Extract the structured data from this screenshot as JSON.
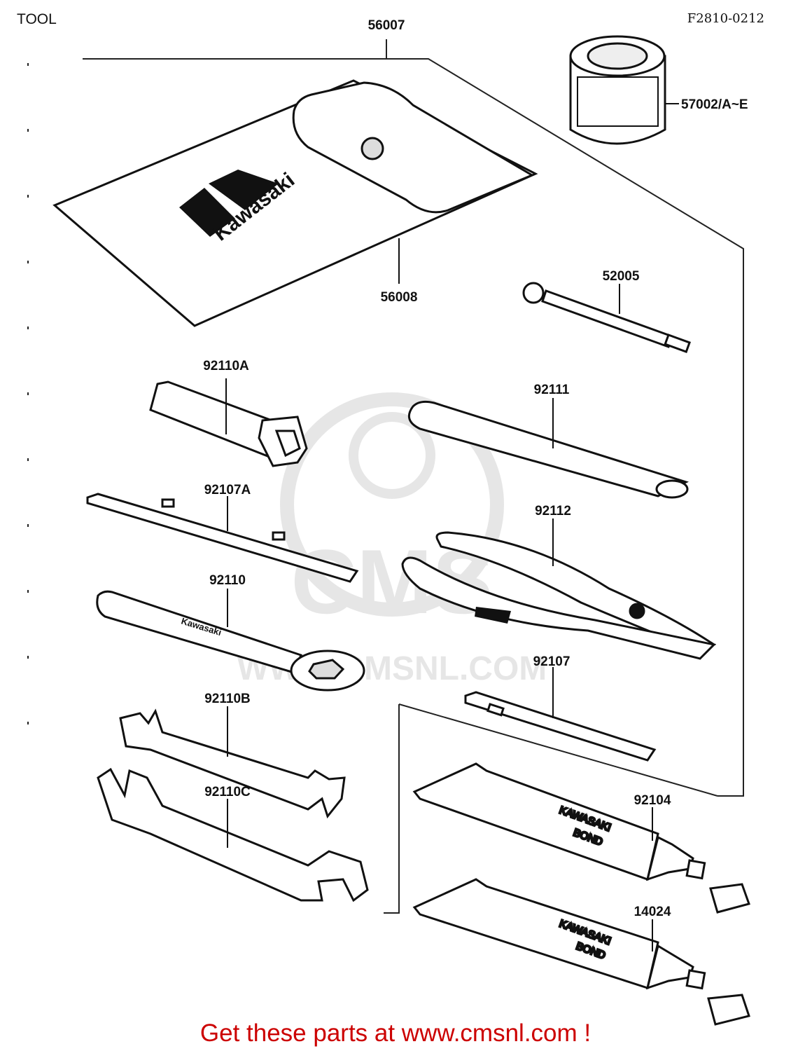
{
  "header": {
    "section": "TOOL",
    "figure_code": "F2810-0212"
  },
  "watermark": {
    "text": "WWW.CMSNL.COM",
    "logo_text": "CMS"
  },
  "parts": [
    {
      "number": "56007",
      "name": "tool-kit"
    },
    {
      "number": "57002/A~E",
      "name": "can"
    },
    {
      "number": "56008",
      "name": "tool-bag",
      "logo_text": "Kawasaki"
    },
    {
      "number": "52005",
      "name": "handle-bar"
    },
    {
      "number": "92110A",
      "name": "plug-wrench"
    },
    {
      "number": "92111",
      "name": "handle"
    },
    {
      "number": "92107A",
      "name": "screwdriver"
    },
    {
      "number": "92112",
      "name": "pliers"
    },
    {
      "number": "92110",
      "name": "box-wrench",
      "stamp_text": "Kawasaki"
    },
    {
      "number": "92107",
      "name": "screwdriver-short"
    },
    {
      "number": "92110B",
      "name": "open-wrench-small"
    },
    {
      "number": "92110C",
      "name": "open-wrench-large"
    },
    {
      "number": "92104",
      "name": "bond-tube",
      "tube_text": [
        "KAWASAKI",
        "BOND"
      ]
    },
    {
      "number": "14024",
      "name": "bond-tube-2",
      "tube_text": [
        "KAWASAKI",
        "BOND"
      ]
    }
  ],
  "footer": {
    "text": "Get these parts at www.cmsnl.com !",
    "color": "#cc0000"
  }
}
